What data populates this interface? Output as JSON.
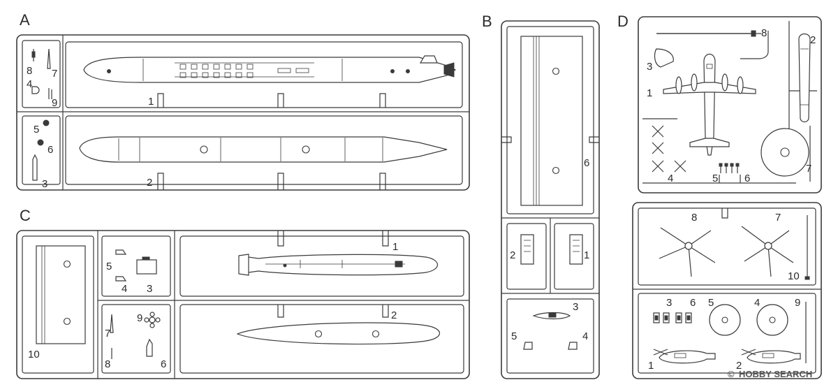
{
  "sprues": {
    "A": {
      "letter": "A",
      "parts": [
        "8",
        "7",
        "4",
        "9",
        "1",
        "5",
        "6",
        "3",
        "2"
      ]
    },
    "B": {
      "letter": "B",
      "parts": [
        "6",
        "2",
        "1",
        "3",
        "5",
        "4"
      ]
    },
    "C": {
      "letter": "C",
      "parts": [
        "10",
        "5",
        "4",
        "3",
        "1",
        "9",
        "7",
        "8",
        "6",
        "2"
      ]
    },
    "D": {
      "letter": "D",
      "parts": [
        "8",
        "2",
        "3",
        "1",
        "4",
        "5",
        "6",
        "7"
      ]
    },
    "E": {
      "parts": [
        "8",
        "7",
        "10",
        "3",
        "6",
        "5",
        "4",
        "9",
        "1",
        "2"
      ]
    }
  },
  "watermark": {
    "brand": "HOBBY SEARCH",
    "symbol": "©"
  }
}
